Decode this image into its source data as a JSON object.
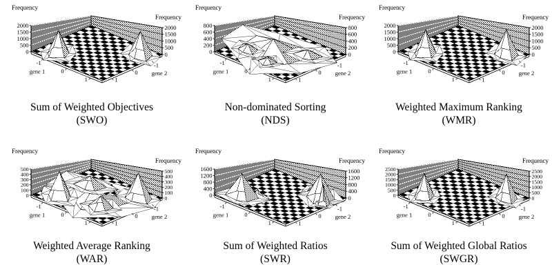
{
  "page": {
    "background": "#ffffff",
    "ink": "#000000"
  },
  "chart_data": [
    {
      "type": "surface3d_histogram",
      "title": "Sum of Weighted Objectives",
      "abbr": "(SWO)",
      "zlabel": "Frequency",
      "xlabel": "gene 1",
      "ylabel": "gene 2",
      "xticks": [
        -1,
        0,
        1
      ],
      "zlim": [
        0,
        2000
      ],
      "zticks": [
        0,
        500,
        1000,
        1500,
        2000
      ],
      "peaks": [
        {
          "g1": -0.85,
          "g2": 0.9,
          "v": 1700,
          "r": 0.42
        },
        {
          "g1": 1.05,
          "g2": -0.95,
          "v": 1800,
          "r": 0.42
        }
      ]
    },
    {
      "type": "surface3d_histogram",
      "title": "Non-dominated Sorting",
      "abbr": "(NDS)",
      "zlabel": "Frequency",
      "xlabel": "gene 1",
      "ylabel": "gene 2",
      "xticks": [
        -1,
        0,
        1
      ],
      "zlim": [
        0,
        800
      ],
      "zticks": [
        0,
        200,
        400,
        600,
        800
      ],
      "peaks": [
        {
          "g1": -0.25,
          "g2": 0.05,
          "v": 380,
          "r": 1.05,
          "k": 8
        },
        {
          "g1": -0.9,
          "g2": 0.55,
          "v": 170,
          "r": 0.35
        },
        {
          "g1": 0.7,
          "g2": -0.55,
          "v": 160,
          "r": 0.4
        },
        {
          "g1": 0.15,
          "g2": 0.8,
          "v": 140,
          "r": 0.3
        }
      ]
    },
    {
      "type": "surface3d_histogram",
      "title": "Weighted Maximum Ranking",
      "abbr": "(WMR)",
      "zlabel": "Frequency",
      "xlabel": "gene 1",
      "ylabel": "gene 2",
      "xticks": [
        -1,
        0,
        1
      ],
      "zlim": [
        0,
        2000
      ],
      "zticks": [
        0,
        500,
        1000,
        1500,
        2000
      ],
      "peaks": [
        {
          "g1": -0.85,
          "g2": 0.9,
          "v": 1750,
          "r": 0.42
        },
        {
          "g1": 1.0,
          "g2": -0.95,
          "v": 1900,
          "r": 0.42
        }
      ]
    },
    {
      "type": "surface3d_histogram",
      "title": "Weighted Average Ranking",
      "abbr": "(WAR)",
      "zlabel": "Frequency",
      "xlabel": "gene 1",
      "ylabel": "gene 2",
      "xticks": [
        -1,
        0,
        1
      ],
      "zlim": [
        0,
        500
      ],
      "zticks": [
        0,
        100,
        200,
        300,
        400,
        500
      ],
      "peaks": [
        {
          "g1": -0.05,
          "g2": 0.0,
          "v": 240,
          "r": 1.0,
          "k": 8
        },
        {
          "type": "plateau",
          "v": 150,
          "pts": [
            [
              -0.6,
              -0.15
            ],
            [
              0.1,
              0.5
            ],
            [
              0.8,
              -0.05
            ],
            [
              0.1,
              -0.65
            ]
          ]
        },
        {
          "g1": -0.7,
          "g2": -0.5,
          "v": 200,
          "r": 0.45
        },
        {
          "g1": 0.6,
          "g2": 0.5,
          "v": 190,
          "r": 0.4
        },
        {
          "g1": -0.85,
          "g2": 0.85,
          "v": 470,
          "r": 0.45
        },
        {
          "g1": 1.0,
          "g2": -0.9,
          "v": 485,
          "r": 0.42
        }
      ]
    },
    {
      "type": "surface3d_histogram",
      "title": "Sum of Weighted Ratios",
      "abbr": "(SWR)",
      "zlabel": "Frequency",
      "xlabel": "gene 1",
      "ylabel": "gene 2",
      "xticks": [
        -1,
        0,
        1
      ],
      "zlim": [
        0,
        1600
      ],
      "zticks": [
        0,
        400,
        800,
        1200,
        1600
      ],
      "peaks": [
        {
          "g1": 0.5,
          "g2": -1.1,
          "v": 300,
          "r": 0.3
        },
        {
          "g1": -0.45,
          "g2": 0.6,
          "v": 500,
          "r": 0.25
        },
        {
          "g1": -0.85,
          "g2": 0.9,
          "v": 1380,
          "r": 0.45
        },
        {
          "g1": 0.95,
          "g2": -0.9,
          "v": 1480,
          "r": 0.45
        },
        {
          "g1": 1.3,
          "g2": -0.6,
          "v": 1150,
          "r": 0.2,
          "k": 5
        }
      ]
    },
    {
      "type": "surface3d_histogram",
      "title": "Sum of Weighted Global Ratios",
      "abbr": "(SWGR)",
      "zlabel": "Frequency",
      "xlabel": "gene 1",
      "ylabel": "gene 2",
      "xticks": [
        -1,
        0,
        1
      ],
      "zlim": [
        0,
        2500
      ],
      "zticks": [
        0,
        500,
        1000,
        1500,
        2000,
        2500
      ],
      "peaks": [
        {
          "g1": -0.9,
          "g2": 0.9,
          "v": 2150,
          "r": 0.38
        },
        {
          "g1": 1.0,
          "g2": -0.95,
          "v": 2300,
          "r": 0.38
        }
      ]
    }
  ]
}
